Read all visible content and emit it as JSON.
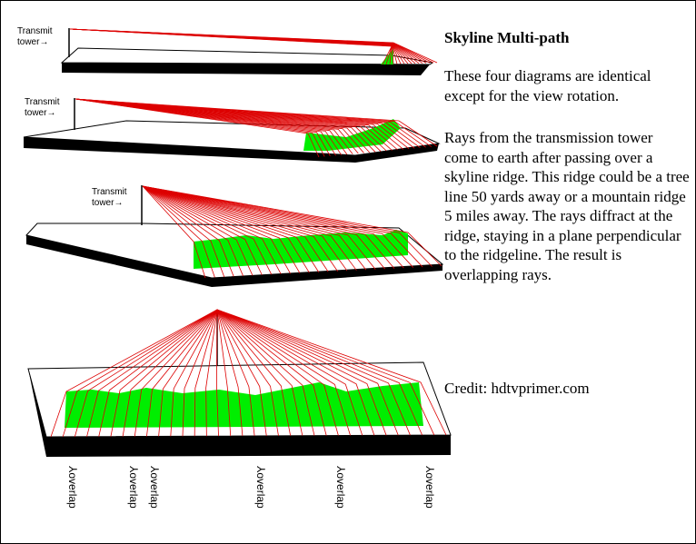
{
  "labels": {
    "tower_line1": "Transmit",
    "tower_line2": "tower"
  },
  "side": {
    "title": "Skyline Multi-path",
    "para1": "These four diagrams are identical except for the view rotation.",
    "para2": "Rays from the transmission tower come to earth after passing over a skyline ridge. This ridge could be a tree line 50 yards away or a mountain ridge 5 miles away. The rays diffract at the ridge, staying in a plane perpendicular to the ridgeline. The result is overlapping rays.",
    "credit": "Credit: hdtvprimer.com"
  },
  "overlaps": [
    "overlap",
    "overlap",
    "overlap",
    "overlap",
    "overlap",
    "overlap"
  ],
  "colors": {
    "ray": "#dd0000",
    "ridge": "#00ee00",
    "slab": "#000000"
  }
}
